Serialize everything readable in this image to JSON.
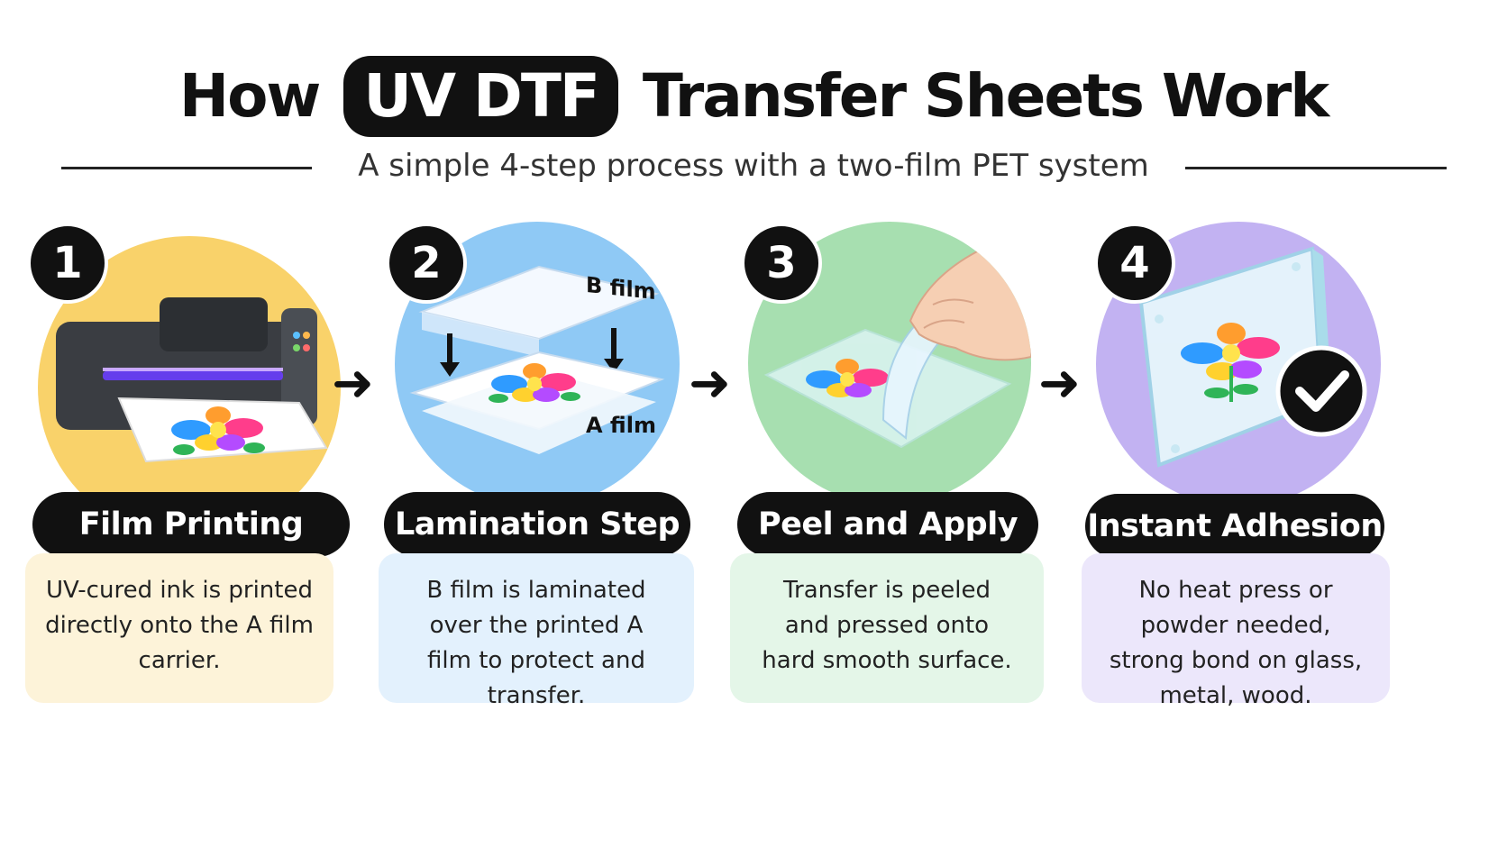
{
  "title": {
    "before": "How",
    "highlight": "UV DTF",
    "after": "Transfer Sheets Work"
  },
  "subtitle": "A simple 4-step process with a two-film PET system",
  "colors": {
    "step1": "#f9d26a",
    "step2": "#8fc9f5",
    "step3": "#a7dfb0",
    "step4": "#c2b2f2",
    "card1": "#fdf3d9",
    "card2": "#e3f1fd",
    "card3": "#e4f6e8",
    "card4": "#ece7fb"
  },
  "steps": [
    {
      "number": "1",
      "title": "Film Printing",
      "description": "UV-cured ink is printed directly onto the A film carrier.",
      "icon": "uv-printer-icon"
    },
    {
      "number": "2",
      "title": "Lamination Step",
      "description": "B film is laminated over the printed A film to protect and transfer.",
      "icon": "film-lamination-icon",
      "labels": {
        "top_film": "B film",
        "bottom_film": "A film"
      }
    },
    {
      "number": "3",
      "title": "Peel and Apply",
      "description": "Transfer is peeled and pressed onto hard smooth surface.",
      "icon": "hand-peeling-icon"
    },
    {
      "number": "4",
      "title": "Instant Adhesion",
      "description": "No heat press or powder needed, strong bond on glass, metal, wood.",
      "icon": "glass-panel-check-icon"
    }
  ],
  "arrow_glyph": "➜"
}
